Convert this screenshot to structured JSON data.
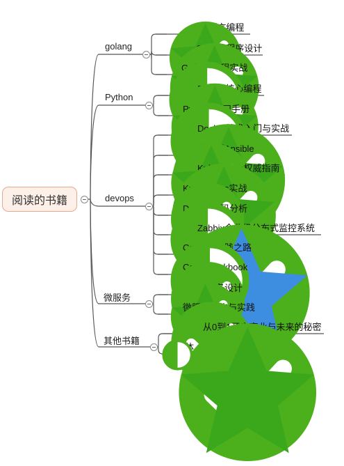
{
  "root": {
    "label": "阅读的书籍"
  },
  "categories": [
    {
      "label": "golang",
      "books": [
        {
          "title": "Go语言编程",
          "status": "done",
          "star": "green"
        },
        {
          "title": "Go语言程序设计",
          "status": "done",
          "star": "green"
        },
        {
          "title": "Go并发编程实战",
          "status": "half",
          "star": null
        }
      ]
    },
    {
      "label": "Python",
      "books": [
        {
          "title": "Python核心编程",
          "status": "done",
          "star": "green"
        },
        {
          "title": "Python 学习手册",
          "status": "half",
          "star": null
        }
      ]
    },
    {
      "label": "devops",
      "books": [
        {
          "title": "Docker技术入门与实战",
          "status": "done",
          "star": "green"
        },
        {
          "title": "奔跑吧Ansible",
          "status": "done",
          "star": "green"
        },
        {
          "title": "Kubernetes权威指南",
          "status": "done",
          "star": "green"
        },
        {
          "title": "Kubernetes实战",
          "status": "done",
          "star": null
        },
        {
          "title": "Docker源码分析",
          "status": "half",
          "star": null
        },
        {
          "title": "Zabbix企业级分布式监控系统",
          "status": "done",
          "star": "blue"
        },
        {
          "title": "CoreOS实践之路",
          "status": "half",
          "star": null
        },
        {
          "title": "Ceph Cookbook",
          "status": "done",
          "star": null
        }
      ]
    },
    {
      "label": "微服务",
      "books": [
        {
          "title": "微服务设计",
          "status": "done",
          "star": "green"
        },
        {
          "title": "微服务架构与实践",
          "status": "done",
          "star": null
        }
      ]
    },
    {
      "label": "其他书籍",
      "books": [
        {
          "title": "从0到1开启商业与未来的秘密",
          "status": "done",
          "star": "green"
        },
        {
          "title": "三体",
          "status": "half",
          "star": null
        }
      ]
    }
  ],
  "colors": {
    "done": "#4caf1c",
    "half": "#4caf1c",
    "star_green": "#3aa81a",
    "star_blue": "#3d8ee0",
    "line": "#555555",
    "root_border": "#e8a98a",
    "root_fill": "#fdf0e8"
  }
}
